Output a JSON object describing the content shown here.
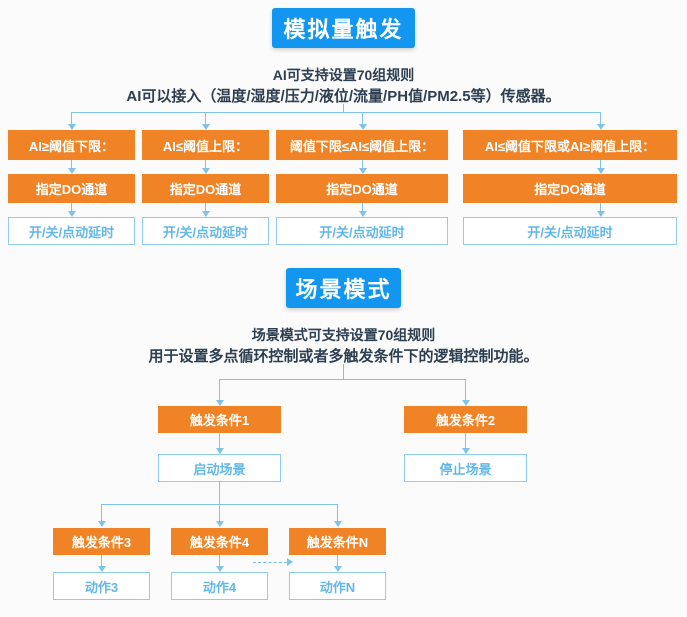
{
  "sections": [
    {
      "id": "analog-trigger",
      "title": "模拟量触发",
      "desc_line1": "AI可支持设置70组规则",
      "desc_line2": "AI可以接入（温度/湿度/压力/液位/流量/PH值/PM2.5等）传感器。",
      "columns": [
        {
          "condition": "AI≥阈值下限：",
          "channel": "指定DO通道",
          "action": "开/关/点动延时"
        },
        {
          "condition": "AI≤阈值上限：",
          "channel": "指定DO通道",
          "action": "开/关/点动延时"
        },
        {
          "condition": "阈值下限≤AI≤阈值上限：",
          "channel": "指定DO通道",
          "action": "开/关/点动延时"
        },
        {
          "condition": "AI≤阈值下限或AI≥阈值上限：",
          "channel": "指定DO通道",
          "action": "开/关/点动延时"
        }
      ]
    },
    {
      "id": "scene-mode",
      "title": "场景模式",
      "desc_line1": "场景模式可支持设置70组规则",
      "desc_line2": "用于设置多点循环控制或者多触发条件下的逻辑控制功能。",
      "branch_left": {
        "trigger": "触发条件1",
        "result": "启动场景"
      },
      "branch_right": {
        "trigger": "触发条件2",
        "result": "停止场景"
      },
      "sub_branches": [
        {
          "trigger": "触发条件3",
          "action": "动作3"
        },
        {
          "trigger": "触发条件4",
          "action": "动作4"
        },
        {
          "trigger": "触发条件N",
          "action": "动作N"
        }
      ]
    }
  ],
  "colors": {
    "accent_blue": "#1296f0",
    "orange": "#f08326",
    "line_blue": "#7fc4e8",
    "outline_border": "#8ecdf0",
    "outline_text": "#63b8e8",
    "background": "#fbfbfb",
    "desc_text": "#2c3e50"
  }
}
